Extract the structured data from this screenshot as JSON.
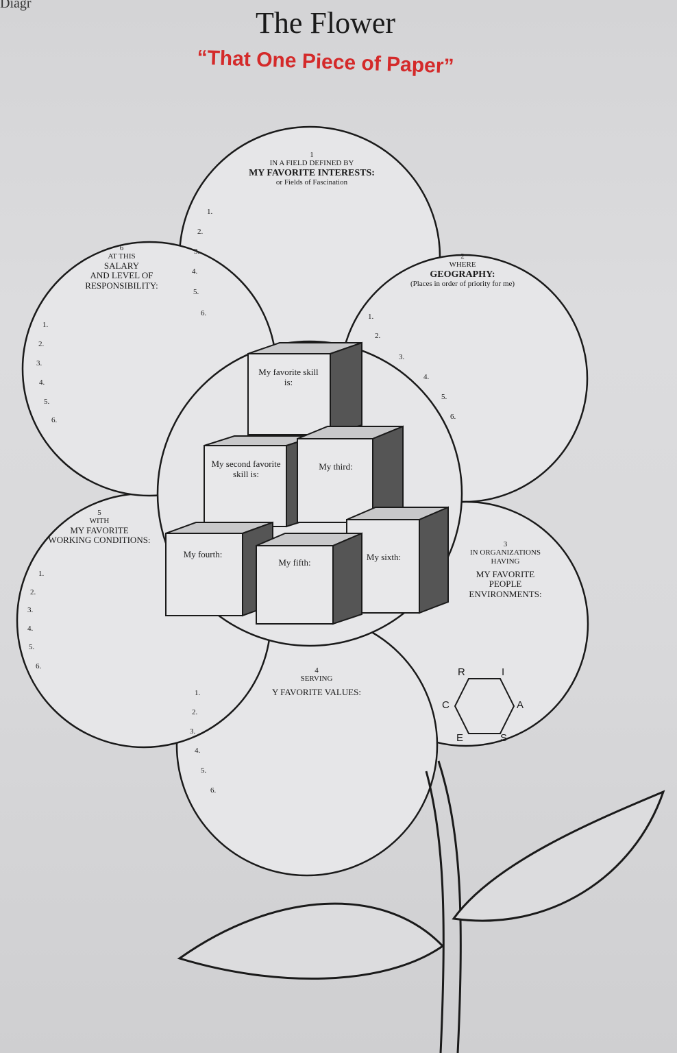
{
  "corner_text": "Diagr",
  "title": "The Flower",
  "subtitle": "“That One Piece of Paper”",
  "petals": {
    "interests": {
      "number": "1",
      "line1": "IN A FIELD DEFINED BY",
      "heading": "MY FAVORITE INTERESTS:",
      "note": "or Fields of Fascination",
      "items": [
        "1.",
        "2.",
        "3.",
        "4.",
        "5.",
        "6."
      ]
    },
    "geography": {
      "number": "2",
      "line1": "WHERE",
      "heading": "GEOGRAPHY:",
      "note": "(Places in order of priority for me)",
      "items": [
        "1.",
        "2.",
        "3.",
        "4.",
        "5.",
        "6."
      ]
    },
    "people": {
      "number": "3",
      "line1": "IN ORGANIZATIONS",
      "line2": "HAVING",
      "heading1": "MY FAVORITE",
      "heading2": "PEOPLE",
      "heading3": "ENVIRONMENTS:",
      "hexagon": [
        "R",
        "I",
        "A",
        "S",
        "E",
        "C"
      ]
    },
    "values": {
      "number": "4",
      "line1": "SERVING",
      "heading": "Y FAVORITE VALUES:",
      "items": [
        "1.",
        "2.",
        "3.",
        "4.",
        "5.",
        "6."
      ]
    },
    "conditions": {
      "number": "5",
      "line1": "WITH",
      "heading1": "MY FAVORITE",
      "heading2": "WORKING CONDITIONS:",
      "items": [
        "1.",
        "2.",
        "3.",
        "4.",
        "5.",
        "6."
      ]
    },
    "salary": {
      "number": "6",
      "line1": "AT THIS",
      "heading1": "SALARY",
      "heading2": "AND LEVEL OF",
      "heading3": "RESPONSIBILITY:",
      "items": [
        "1.",
        "2.",
        "3.",
        "4.",
        "5.",
        "6."
      ]
    }
  },
  "skills": {
    "first": "My favorite skill is:",
    "second": "My second favorite skill is:",
    "third": "My third:",
    "fourth": "My fourth:",
    "fifth": "My fifth:",
    "sixth": "My sixth:"
  }
}
